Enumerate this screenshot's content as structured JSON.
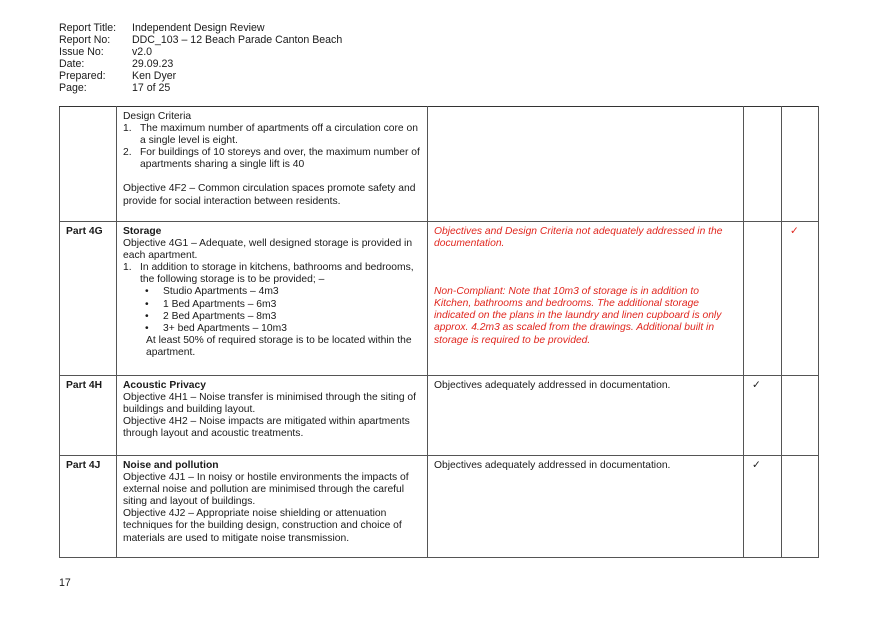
{
  "header": [
    {
      "label": "Report Title:",
      "value": "Independent Design Review"
    },
    {
      "label": "Report No:",
      "value": "DDC_103 – 12 Beach Parade Canton Beach"
    },
    {
      "label": "Issue No:",
      "value": "v2.0"
    },
    {
      "label": "Date:",
      "value": "29.09.23"
    },
    {
      "label": "Prepared:",
      "value": "Ken Dyer"
    },
    {
      "label": "Page:",
      "value": "17 of 25"
    }
  ],
  "rows": {
    "r0": {
      "heading": "Design Criteria",
      "items": [
        {
          "num": "1.",
          "text": "The maximum number of apartments off a circulation core on a single level is eight."
        },
        {
          "num": "2.",
          "text": "For buildings of 10 storeys and over, the maximum number of apartments sharing a single lift is 40"
        }
      ],
      "objective": "Objective 4F2 – Common circulation spaces promote safety and provide for social interaction between residents."
    },
    "r1": {
      "part": "Part 4G",
      "title": "Storage",
      "objective": "Objective 4G1 – Adequate, well designed storage is provided in each apartment.",
      "item_num": "1.",
      "item_text": "In addition to storage in kitchens, bathrooms and bedrooms, the following storage is to be provided; –",
      "bullets": [
        "Studio Apartments – 4m3",
        "1 Bed Apartments – 6m3",
        "2 Bed Apartments – 8m3",
        "3+ bed Apartments – 10m3"
      ],
      "note": "At least 50% of required storage is to be located within the apartment.",
      "comment1": "Objectives and Design Criteria not adequately addressed in the documentation.",
      "comment2": "Non-Compliant: Note that 10m3 of storage is in addition to Kitchen, bathrooms and bedrooms. The additional storage indicated on the plans in the laundry and linen cupboard is only approx. 4.2m3 as scaled from the drawings. Additional built in storage is required to be provided.",
      "tick5": "✓"
    },
    "r2": {
      "part": "Part 4H",
      "title": "Acoustic Privacy",
      "obj1": "Objective 4H1 – Noise transfer is minimised through the siting of buildings and building layout.",
      "obj2": "Objective 4H2 – Noise impacts are mitigated within apartments through layout and acoustic treatments.",
      "comment": "Objectives adequately addressed in documentation.",
      "tick4": "✓"
    },
    "r3": {
      "part": "Part 4J",
      "title": "Noise and pollution",
      "obj1": "Objective 4J1 – In noisy or hostile environments the impacts of external noise and pollution are minimised through the careful siting and layout of buildings.",
      "obj2": "Objective 4J2 – Appropriate noise shielding or attenuation techniques for the building design, construction and choice of materials are used to mitigate noise transmission.",
      "comment": "Objectives adequately addressed in documentation.",
      "tick4": "✓"
    }
  },
  "footer": {
    "page_number": "17"
  }
}
